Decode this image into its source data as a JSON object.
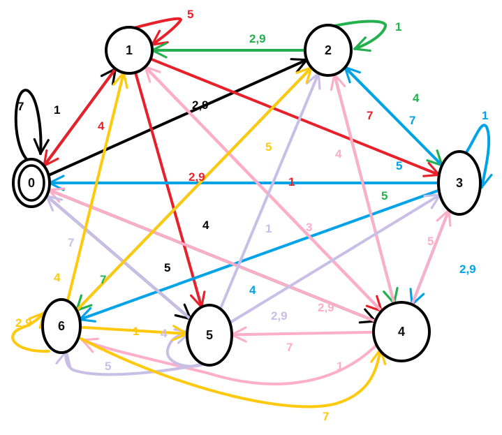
{
  "title": "State transition diagram",
  "colors": {
    "0": "#000000",
    "1": "#e8202a",
    "2": "#22b14c",
    "3": "#00a2e8",
    "4": "#ffaec9",
    "5": "#c8bfe7",
    "6": "#ffc90e"
  },
  "nodes": [
    {
      "id": "0",
      "label": "0",
      "accepting": true
    },
    {
      "id": "1",
      "label": "1",
      "accepting": false
    },
    {
      "id": "2",
      "label": "2",
      "accepting": false
    },
    {
      "id": "3",
      "label": "3",
      "accepting": false
    },
    {
      "id": "4",
      "label": "4",
      "accepting": false
    },
    {
      "id": "5",
      "label": "5",
      "accepting": false
    },
    {
      "id": "6",
      "label": "6",
      "accepting": false
    }
  ],
  "edges": [
    {
      "from": "0",
      "to": "0",
      "label": "7"
    },
    {
      "from": "0",
      "to": "1",
      "label": "1"
    },
    {
      "from": "0",
      "to": "2",
      "label": "2,9"
    },
    {
      "from": "0",
      "to": "4",
      "label": "4"
    },
    {
      "from": "0",
      "to": "5",
      "label": "5"
    },
    {
      "from": "1",
      "to": "1",
      "label": "5"
    },
    {
      "from": "1",
      "to": "0",
      "label": "4"
    },
    {
      "from": "1",
      "to": "3",
      "label": "7"
    },
    {
      "from": "1",
      "to": "4",
      "label": "1"
    },
    {
      "from": "1",
      "to": "5",
      "label": "2,9"
    },
    {
      "from": "2",
      "to": "2",
      "label": "1"
    },
    {
      "from": "2",
      "to": "1",
      "label": "2,9"
    },
    {
      "from": "2",
      "to": "3",
      "label": "4"
    },
    {
      "from": "2",
      "to": "4",
      "label": "5"
    },
    {
      "from": "2",
      "to": "6",
      "label": "7"
    },
    {
      "from": "3",
      "to": "3",
      "label": "1"
    },
    {
      "from": "3",
      "to": "2",
      "label": "7"
    },
    {
      "from": "3",
      "to": "0",
      "label": "5"
    },
    {
      "from": "3",
      "to": "4",
      "label": "2,9"
    },
    {
      "from": "3",
      "to": "6",
      "label": "4"
    },
    {
      "from": "4",
      "to": "1",
      "label": "3"
    },
    {
      "from": "4",
      "to": "2",
      "label": "4"
    },
    {
      "from": "4",
      "to": "0",
      "label": "2,9"
    },
    {
      "from": "4",
      "to": "5",
      "label": "7"
    },
    {
      "from": "4",
      "to": "6",
      "label": "1"
    },
    {
      "from": "4",
      "to": "3",
      "label": "5"
    },
    {
      "from": "5",
      "to": "2",
      "label": "1"
    },
    {
      "from": "5",
      "to": "3",
      "label": "2,9"
    },
    {
      "from": "5",
      "to": "5",
      "label": "4"
    },
    {
      "from": "5",
      "to": "6",
      "label": "5"
    },
    {
      "from": "5",
      "to": "0",
      "label": "7"
    },
    {
      "from": "6",
      "to": "6",
      "label": "2,9"
    },
    {
      "from": "6",
      "to": "1",
      "label": "4"
    },
    {
      "from": "6",
      "to": "2",
      "label": "5"
    },
    {
      "from": "6",
      "to": "5",
      "label": "1"
    },
    {
      "from": "6",
      "to": "4",
      "label": "7"
    }
  ]
}
